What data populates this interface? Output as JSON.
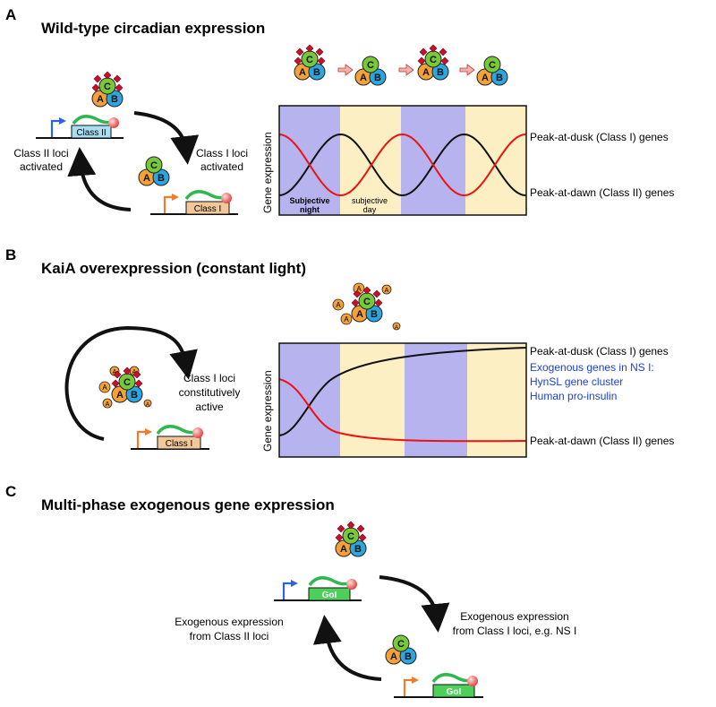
{
  "colors": {
    "night": "#B7B3EE",
    "day": "#FBEFC3",
    "dusk_curve": "#EE1111",
    "dawn_curve": "#111111",
    "exogenous_text": "#1A3FD6",
    "kai_a": "#F4A13A",
    "kai_b": "#2BA6DE",
    "kai_c": "#77C93C",
    "phosphate": "#C8102E",
    "gene_class": "#F2C89A",
    "gene_goi": "#4CD05A",
    "mrna": "#2EB84F",
    "arrow_blue": "#2B63E0",
    "arrow_orange": "#F07A2E"
  },
  "kai_labels": {
    "a": "A",
    "b": "B",
    "c": "C"
  },
  "panel_a": {
    "letter": "A",
    "title": "Wild-type circadian expression",
    "gene_class2": "Class II",
    "gene_class1": "Class I",
    "label_class1_loci": [
      "Class I loci",
      "activated"
    ],
    "label_class2_loci": [
      "Class II loci",
      "activated"
    ],
    "ylabel": "Gene expression",
    "subjective_night": [
      "Subjective",
      "night"
    ],
    "subjective_day": [
      "subjective",
      "day"
    ],
    "legend_dusk": "Peak-at-dusk (Class I) genes",
    "legend_dawn": "Peak-at-dawn (Class II) genes"
  },
  "panel_b": {
    "letter": "B",
    "title": "KaiA overexpression (constant light)",
    "gene_class1": "Class I",
    "label_constitutive": [
      "Class I loci",
      "constitutively",
      "active"
    ],
    "ylabel": "Gene expression",
    "legend_dusk": "Peak-at-dusk (Class I) genes",
    "exogenous": [
      "Exogenous genes in NS I:",
      "HynSL gene cluster",
      "Human pro-insulin"
    ],
    "legend_dawn": "Peak-at-dawn (Class II) genes"
  },
  "panel_c": {
    "letter": "C",
    "title": "Multi-phase exogenous gene expression",
    "gene_goi": "GoI",
    "label_left": [
      "Exogenous expression",
      "from Class II loci"
    ],
    "label_right": [
      "Exogenous expression",
      "from Class I loci, e.g. NS I"
    ]
  }
}
